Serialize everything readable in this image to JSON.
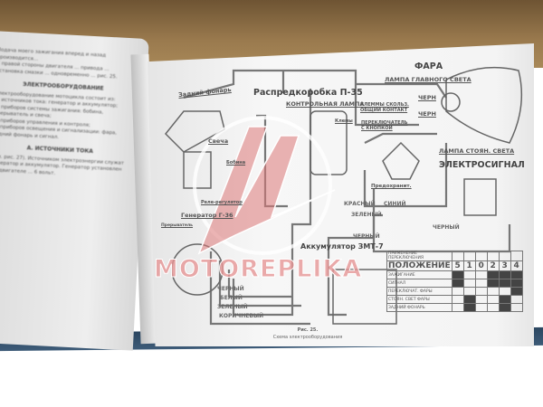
{
  "left_page": {
    "paragraphs_top": [
      "Подача моего зажигания вперед и назад производится...",
      "С правой стороны двигателя ... привода ...",
      "Установка смазки ... одновременно ... рис. 25."
    ],
    "heading_1": "ЭЛЕКТРООБОРУДОВАНИЕ",
    "paragraphs_mid": [
      "Электрооборудование мотоцикла состоит из:",
      "1) источников тока: генератор и аккумулятор;",
      "2) приборов системы зажигания: бобина, прерыватель и свеча;",
      "3) приборов управления и контроля;",
      "4) приборов освещения и сигнализации: фара, задний фонарь и сигнал."
    ],
    "heading_2": "А. ИСТОЧНИКИ ТОКА",
    "paragraphs_bottom": [
      "(См. рис. 27). Источником электроэнергии служат генератор и аккумулятор. Генератор установлен на двигателе ... 6 вольт."
    ]
  },
  "diagram": {
    "labels": {
      "fara": "ФАРА",
      "rear_lamp": "Задний фонарь",
      "junction_box": "Распредкоробка П-35",
      "main_beam": "ЛАМПА ГЛАВНОГО СВЕТА",
      "control_lamp": "КОНТРОЛЬНАЯ ЛАМПА",
      "terminals": "КЛЕММЫ СКОЛЬЗ. ОБЩИЙ КОНТАКТ",
      "black_1": "ЧЕРН",
      "black_2": "ЧЕРН",
      "klemy": "Клемы",
      "switch": "ПЕРЕКЛЮЧАТЕЛЬ С КНОПКОЙ",
      "spark_plug": "Свеча",
      "coil": "Бобина",
      "parking_lamp": "ЛАМПА СТОЯН. СВЕТА",
      "horn": "ЭЛЕКТРОСИГНАЛ",
      "fuse": "Предохранит.",
      "generator": "Генератор Г-36",
      "regulator": "Реле-регулятор",
      "breaker": "Прерыватель",
      "battery": "Аккумулятор ЗМТ-7"
    },
    "wires": [
      "КРАСНЫЙ",
      "СИНИЙ",
      "ЗЕЛЕНЫЙ",
      "ЧЕРНЫЙ",
      "ЧЕРНЫЙ",
      "ЧЕРНЫЙ",
      "БЕЛЫЙ",
      "ЗЕЛЕНЫЙ",
      "КОРИЧНЕВЫЙ"
    ],
    "caption_fig": "Рис. 25.",
    "caption_title": "Схема электрооборудования"
  },
  "switch_table": {
    "header": "ПРИМЕНЕНИЕ ПЕРЕКЛЮЧЕНИЯ",
    "positions_label": "ПОЛОЖЕНИЕ",
    "positions": [
      "5",
      "1",
      "0",
      "2",
      "3",
      "4"
    ],
    "rows": [
      {
        "name": "ЗАЖИГАНИЕ",
        "on": [
          true,
          false,
          false,
          true,
          true,
          true
        ]
      },
      {
        "name": "СИГНАЛ",
        "on": [
          true,
          false,
          false,
          true,
          true,
          true
        ]
      },
      {
        "name": "ПЕРЕКЛЮЧАТ. ФАРЫ",
        "on": [
          false,
          false,
          false,
          false,
          false,
          true
        ]
      },
      {
        "name": "СТОЯН. СВЕТ ФАРЫ",
        "on": [
          false,
          true,
          false,
          false,
          true,
          false
        ]
      },
      {
        "name": "ЗАДНИЙ ФОНАРЬ",
        "on": [
          false,
          true,
          false,
          false,
          true,
          false
        ]
      }
    ]
  },
  "watermark": {
    "text": "MOTOREPLIKA",
    "color": "#e69696"
  }
}
